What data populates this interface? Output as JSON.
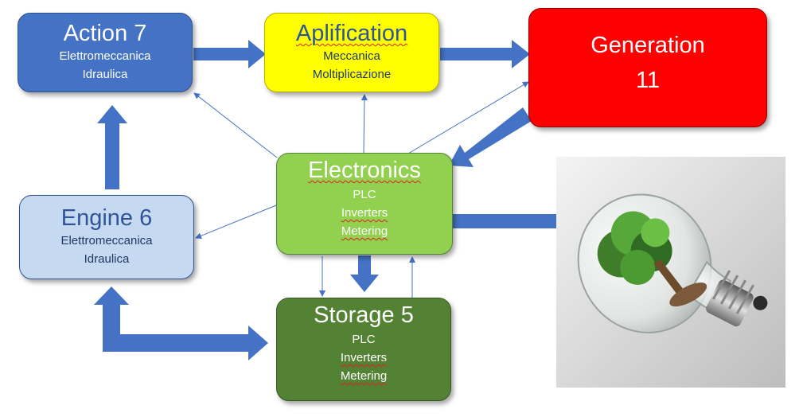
{
  "boxes": {
    "action": {
      "title": "Action 7",
      "lines": [
        "Elettromeccanica",
        "Idraulica"
      ]
    },
    "apli": {
      "title": "Aplification",
      "lines": [
        "Meccanica",
        "Moltiplicazione"
      ]
    },
    "gen": {
      "title": "Generation",
      "lines": [
        "11"
      ]
    },
    "elec": {
      "title": "Electronics",
      "lines": [
        "PLC",
        "Inverters",
        "Metering"
      ]
    },
    "engine": {
      "title": "Engine 6",
      "lines": [
        "Elettromeccanica",
        "Idraulica"
      ]
    },
    "storage": {
      "title": "Storage 5",
      "lines": [
        "PLC",
        "Inverters",
        "Metering"
      ]
    }
  },
  "colors": {
    "action": "#4472c4",
    "apli": "#ffff00",
    "gen": "#ff0000",
    "elec": "#92d050",
    "engine": "#c5d9f1",
    "storage": "#548235",
    "arrow": "#4472c4"
  },
  "image": {
    "subject": "light-bulb-with-tree-photo"
  }
}
